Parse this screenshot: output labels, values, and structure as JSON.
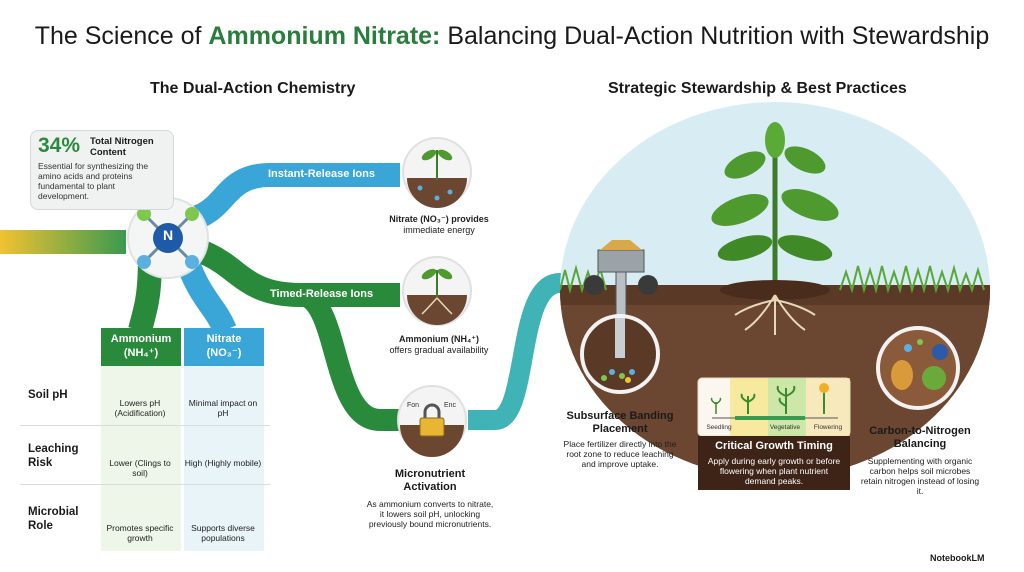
{
  "title": {
    "pre": "The Science of ",
    "highlight": "Ammonium Nitrate:",
    "post": " Balancing Dual-Action Nutrition with Stewardship"
  },
  "left": {
    "heading": "The Dual-Action Chemistry",
    "nitrogen": {
      "percent": "34%",
      "label": "Total Nitrogen Content",
      "description": "Essential for synthesizing the amino acids and proteins fundamental to plant development."
    },
    "molecule_symbol": "N",
    "paths": {
      "instant": "Instant-Release Ions",
      "timed": "Timed-Release Ions"
    },
    "nitrate_caption": {
      "title": "Nitrate (NO₃⁻) provides",
      "text": "immediate energy"
    },
    "ammonium_caption": {
      "title": "Ammonium (NH₄⁺)",
      "text": "offers gradual availability"
    },
    "micronutrient": {
      "title": "Micronutrient Activation",
      "text": "As ammonium converts to nitrate, it lowers soil pH, unlocking previously bound micronutrients.",
      "tag_left": "Fon",
      "tag_right": "Enc"
    },
    "table": {
      "col_ammonium": "Ammonium",
      "col_ammonium_formula": "(NH₄⁺)",
      "col_nitrate": "Nitrate",
      "col_nitrate_formula": "(NO₃⁻)",
      "rows": [
        {
          "label": "Soil pH",
          "ammonium": "Lowers pH (Acidification)",
          "nitrate": "Minimal impact on pH"
        },
        {
          "label": "Leaching Risk",
          "ammonium": "Lower (Clings to soil)",
          "nitrate": "High (Highly mobile)"
        },
        {
          "label": "Microbial Role",
          "ammonium": "Promotes specific growth",
          "nitrate": "Supports diverse populations"
        }
      ]
    }
  },
  "right": {
    "heading": "Strategic Stewardship & Best Practices",
    "banding": {
      "title": "Subsurface Banding Placement",
      "text": "Place fertilizer directly into the root zone to reduce leaching and improve uptake."
    },
    "timing": {
      "title": "Critical Growth Timing",
      "text": "Apply during early growth or before flowering when plant nutrient demand peaks.",
      "stages": [
        "Seedling",
        "Vegetative",
        "Flowering"
      ]
    },
    "carbon": {
      "title": "Carbon-to-Nitrogen Balancing",
      "text": "Supplementing with organic carbon helps soil microbes retain nitrogen instead of losing it."
    }
  },
  "brand": "NotebookLM",
  "colors": {
    "green": "#2a8a3c",
    "blue": "#3aa6d8",
    "teal": "#3fb3b6",
    "soil": "#6b4630",
    "dark_soil": "#3d2417",
    "sky": "#d8ecf4"
  }
}
